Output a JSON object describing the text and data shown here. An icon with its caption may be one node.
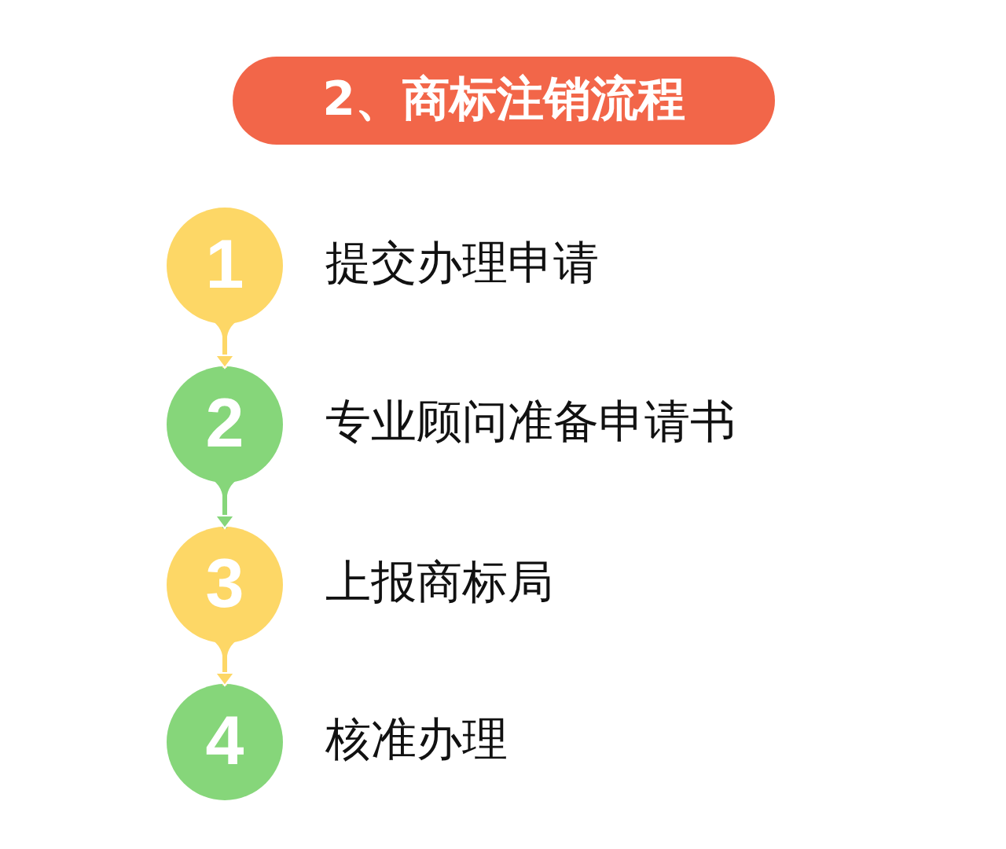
{
  "diagram": {
    "title": "2、商标注销流程",
    "nodes": [
      {
        "text": [
          "1"
        ],
        "beside": [
          "提交办理申请"
        ]
      },
      {
        "text": [
          "2"
        ],
        "beside": [
          "专业顾问准备申请书"
        ]
      },
      {
        "text": [
          "3"
        ],
        "beside": [
          "上报商标局"
        ]
      },
      {
        "text": [
          "4"
        ],
        "beside": [
          "核准办理"
        ]
      }
    ],
    "edges": [
      {
        "from": 0,
        "to": 1,
        "arrow": "to"
      },
      {
        "from": 1,
        "to": 2,
        "arrow": "to",
        "color": "#86d67a"
      },
      {
        "from": 2,
        "to": 3,
        "arrow": "to"
      }
    ]
  }
}
